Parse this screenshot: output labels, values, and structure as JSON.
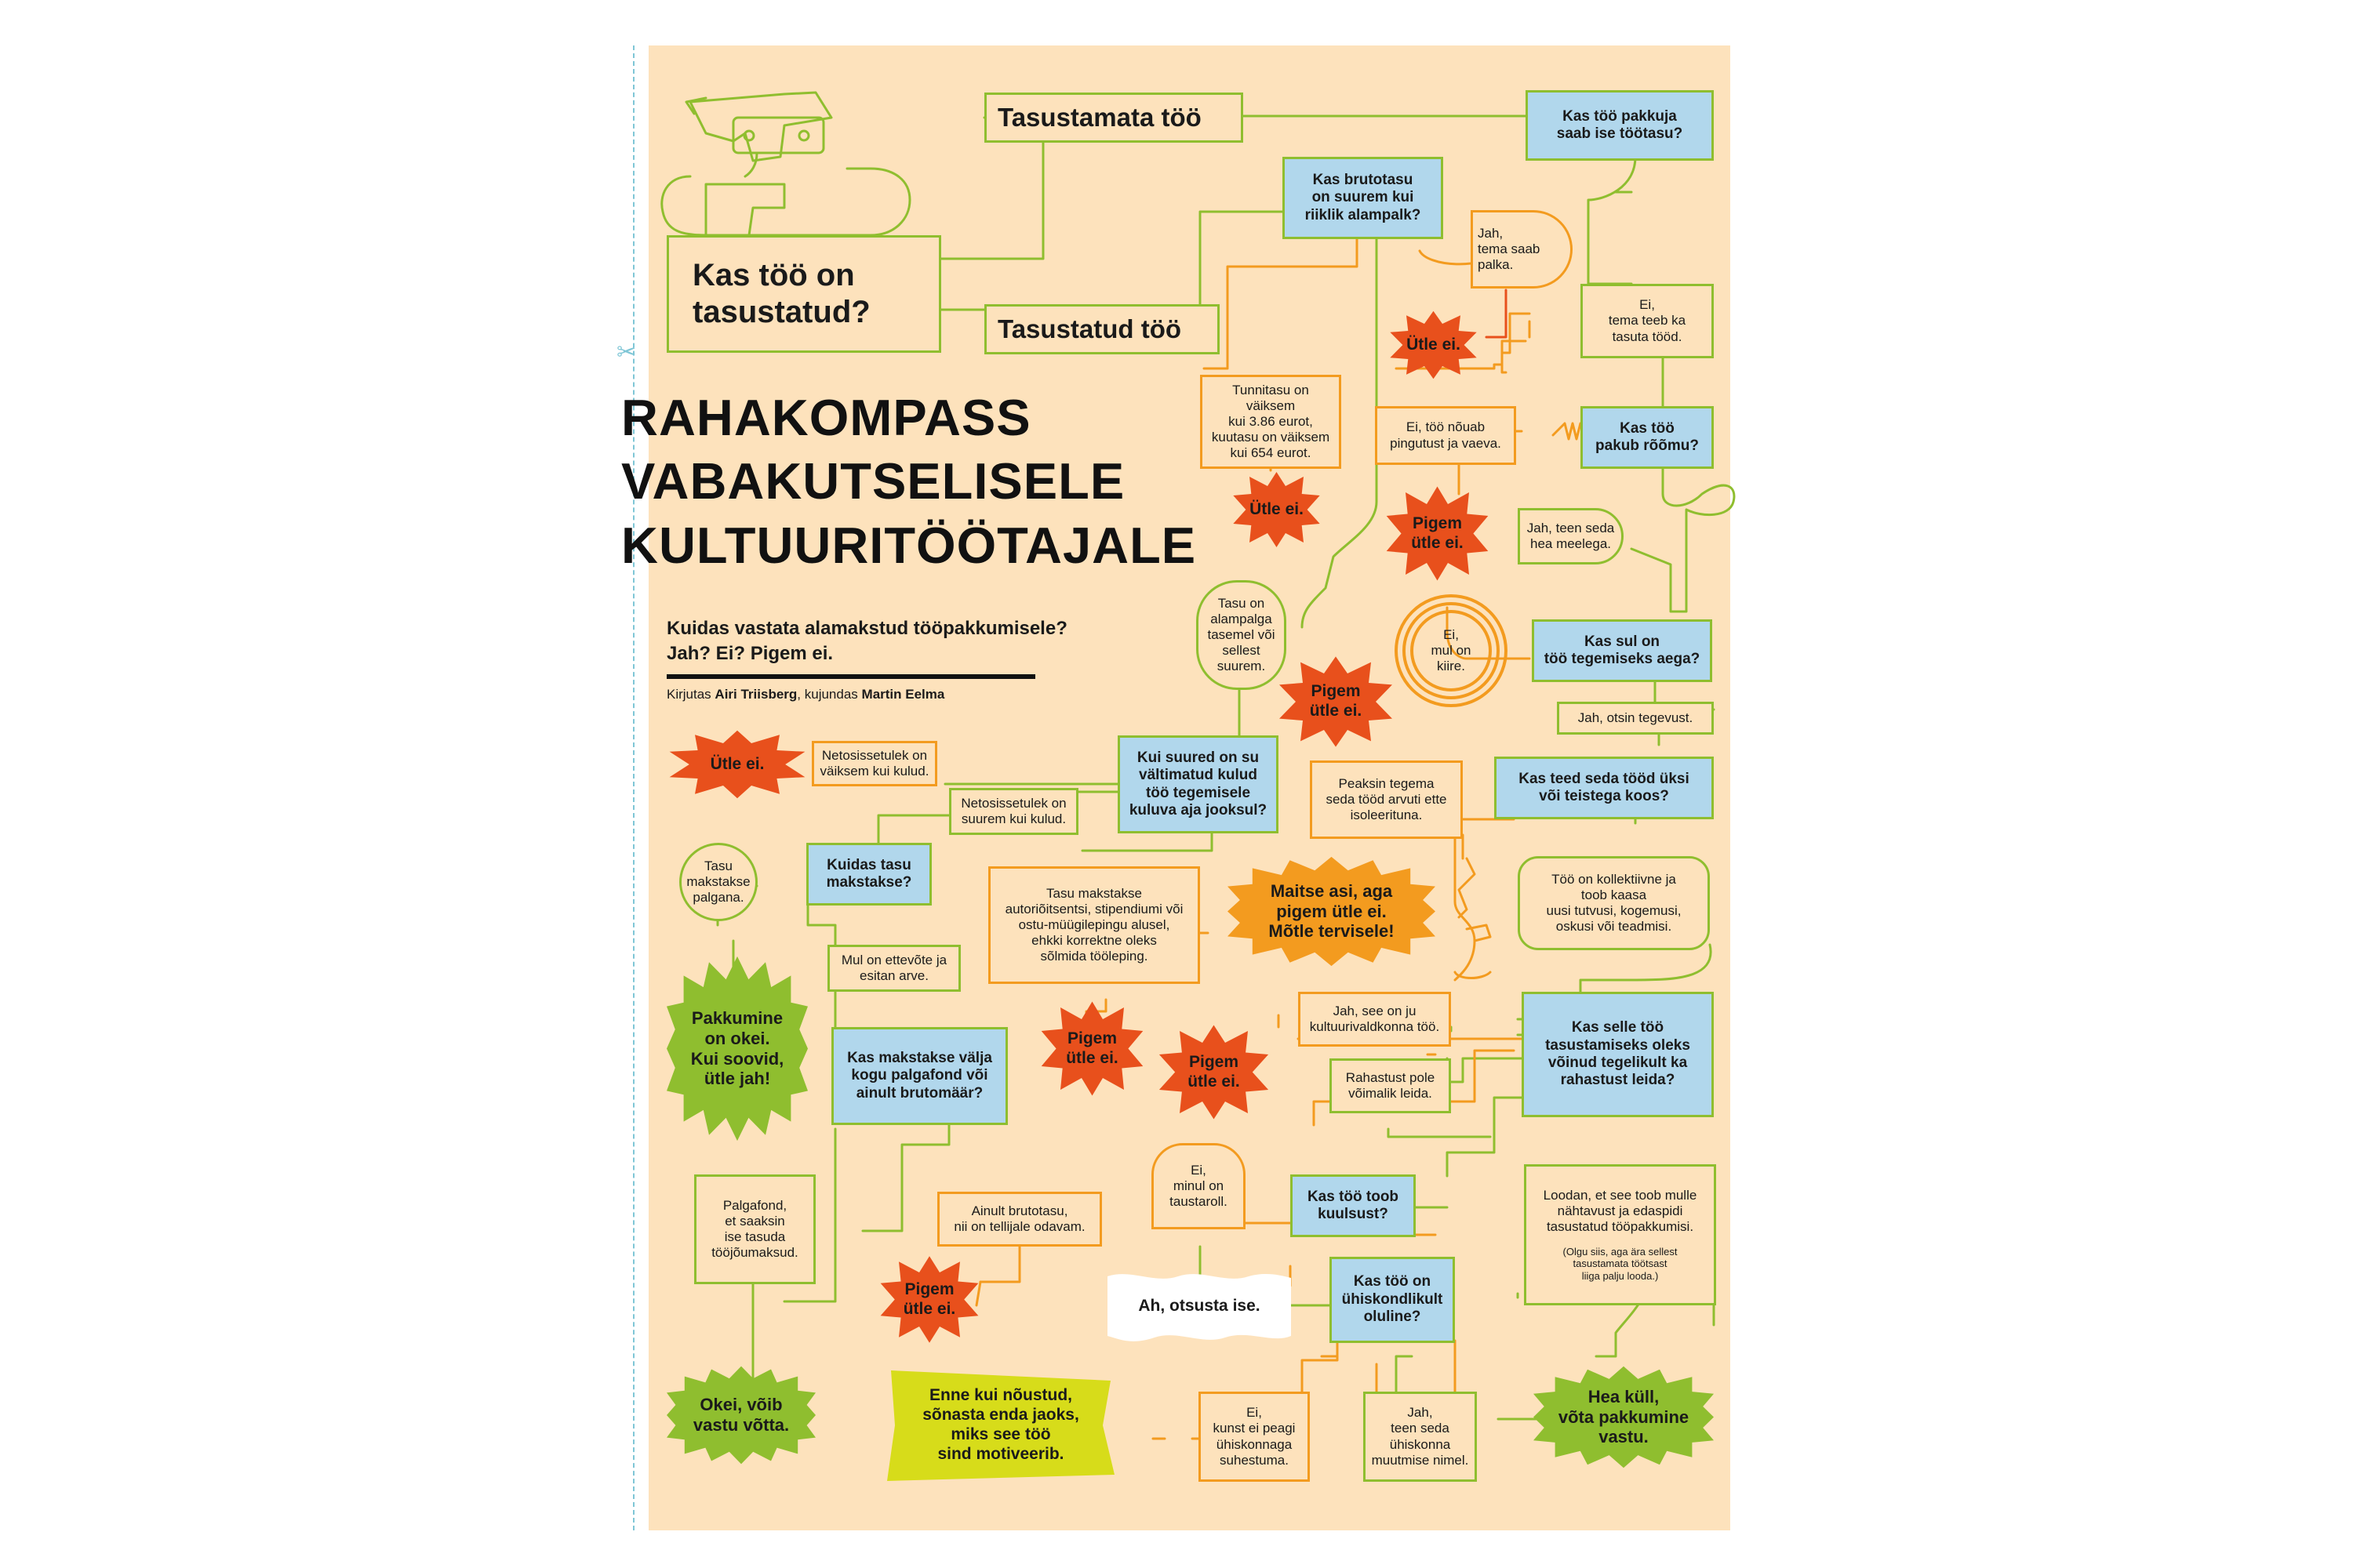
{
  "title": "RAHAKOMPASS\nVABAKUTSELISELE\nKULTUURITÖÖTAJALE",
  "subtitle": "Kuidas vastata alamakstud tööpakkumisele?\nJah? Ei? Pigem ei.",
  "credits": {
    "prefix": "Kirjutas ",
    "author": "Airi Triisberg",
    "middle": ", kujundas ",
    "designer": "Martin Eelma"
  },
  "colors": {
    "background": "#fde2bc",
    "question_box": "#b1d7ec",
    "green_line": "#8fbe2f",
    "orange_line": "#f39b1f",
    "red_star": "#e8501c",
    "green_star": "#8fbe2f",
    "yellow_banner": "#d7dc1a",
    "cut_line": "#7fc6d6"
  },
  "icons": {
    "illustration": "face-with-hand-icon",
    "scissors": "scissors-icon"
  },
  "nodes": {
    "start": "Kas töö on\ntasustatud?",
    "unpaid": "Tasustamata töö",
    "paid": "Tasustatud töö",
    "q_offerer_paid": "Kas töö pakkuja\nsaab ise töötasu?",
    "a_offerer_yes": "Jah,\ntema saab\npalka.",
    "a_offerer_no": "Ei,\ntema teeb ka\ntasuta tööd.",
    "q_gross_min": "Kas brutotasu\non suurem kui\nriiklik alampalk?",
    "a_below_min": "Tunnitasu on väiksem\nkui 3.86 eurot,\nkuutasu on väiksem\nkui 654 eurot.",
    "a_at_min": "Tasu on\nalampalga\ntasemel või\nsellest\nsuurem.",
    "q_joy": "Kas töö\npakub rõõmu?",
    "a_joy_no": "Ei, töö nõuab\npingutust ja vaeva.",
    "a_joy_yes": "Jah, teen seda\nhea meelega.",
    "q_time": "Kas sul on\ntöö tegemiseks aega?",
    "a_time_no": "Ei,\nmul on\nkiire.",
    "a_time_yes": "Jah, otsin tegevust.",
    "q_alone": "Kas teed seda tööd üksi\nvõi teistega koos?",
    "a_alone": "Peaksin tegema\nseda tööd arvuti ette\nisoleerituna.",
    "a_together": "Töö on kollektiivne ja\ntoob kaasa\nuusi tutvusi, kogemusi,\noskusi või teadmisi.",
    "q_costs": "Kui suured on su\nvältimatud kulud\ntöö tegemisele\nkuluva aja jooksul?",
    "a_net_less": "Netosissetulek on\nväiksem kui kulud.",
    "a_net_more": "Netosissetulek on\nsuurem kui kulud.",
    "q_how_paid": "Kuidas tasu\nmakstakse?",
    "a_salary": "Tasu\nmakstakse\npalgana.",
    "a_contract": "Tasu makstakse\nautoriõitsentsi, stipendiumi või\nostu-müügilepingu alusel,\nehkki korrektne oleks\nsõlmida tööleping.",
    "a_invoice": "Mul on ettevõte ja\nesitan arve.",
    "q_fund": "Kas makstakse välja\nkogu palgafond või\nainult brutomäär?",
    "a_fund": "Palgafond,\net saaksin\nise tasuda\ntööjõumaksud.",
    "a_gross_only": "Ainult brutotasu,\nnii on tellijale odavam.",
    "q_funding": "Kas selle töö\ntasustamiseks oleks\nvõinud tegelikult ka\nrahastust leida?",
    "a_culture": "Jah, see on ju\nkultuurivaldkonna töö.",
    "a_no_funding": "Rahastust pole\nvõimalik leida.",
    "q_fame": "Kas töö toob\nkuulsust?",
    "a_fame_no": "Ei,\nminul on\ntaustaroll.",
    "a_fame_yes": "Loodan, et see toob mulle\nnähtavust ja edaspidi\ntasustatud tööpakkumisi.",
    "a_fame_note": "(Olgu siis, aga ära sellest\ntasustamata töötsast\nliiga palju looda.)",
    "q_social": "Kas töö on\nühiskondlikult\noluline?",
    "a_social_no": "Ei,\nkunst ei peagi\nühiskonnaga\nsuhestuma.",
    "a_social_yes": "Jah,\nteen seda\nühiskonna\nmuutmise nimel."
  },
  "outcomes": {
    "say_no_1": "Ütle ei.",
    "say_no_2": "Ütle ei.",
    "say_no_3": "Ütle ei.",
    "rather_no_joy": "Pigem\nütle ei.",
    "rather_no_time": "Pigem\nütle ei.",
    "rather_no_contract": "Pigem\nütle ei.",
    "rather_no_culture": "Pigem\nütle ei.",
    "rather_no_gross": "Pigem\nütle ei.",
    "taste": "Maitse asi, aga\npigem ütle ei.\nMõtle tervisele!",
    "offer_ok": "Pakkumine\non okei.\nKui soovid,\nütle jah!",
    "ok_accept": "Okei, võib\nvastu võtta.",
    "fine_accept": "Hea küll,\nvõta pakkumine\nvastu.",
    "decide": "Ah, otsusta ise.",
    "motivate": "Enne kui nõustud,\nsõnasta enda jaoks,\nmiks see töö\nsind motiveerib."
  }
}
